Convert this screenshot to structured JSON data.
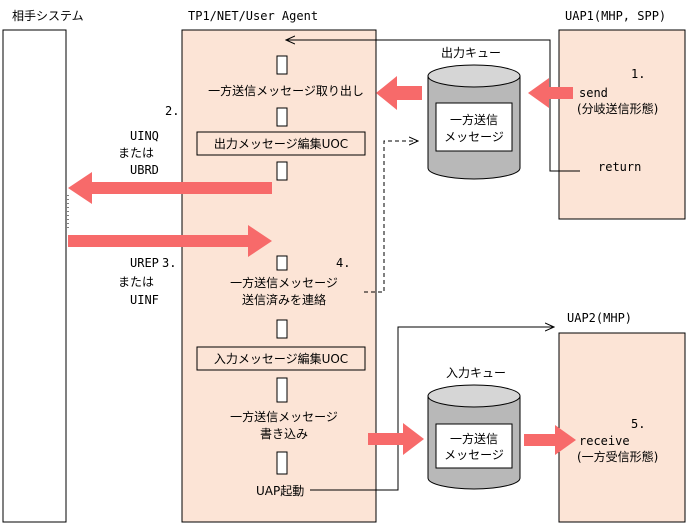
{
  "colors": {
    "box_fill": "#fce4d6",
    "arrow_fill": "#f76a6a",
    "line": "#000000",
    "queue_fill": "#b8b8b8",
    "queue_top": "#d6d6d6"
  },
  "labels": {
    "partner_system": "相手システム",
    "agent": "TP1/NET/User Agent",
    "uap1": "UAP1(MHP, SPP)",
    "uap2": "UAP2(MHP)",
    "output_queue": "出力キュー",
    "input_queue": "入力キュー",
    "queue_msg_line1": "一方送信",
    "queue_msg_line2": "メッセージ",
    "take_out": "一方送信メッセージ取り出し",
    "output_uoc": "出力メッセージ編集UOC",
    "input_uoc": "入力メッセージ編集UOC",
    "notify_line1": "一方送信メッセージ",
    "notify_line2": "送信済みを連絡",
    "write_line1": "一方送信メッセージ",
    "write_line2": "書き込み",
    "uap_start": "UAP起動",
    "send": "send",
    "send_mode": "(分岐送信形態)",
    "return": "return",
    "receive": "receive",
    "receive_mode": "(一方受信形態)",
    "uinq": "UINQ",
    "or1": "または",
    "ubrd": "UBRD",
    "urep": "UREP",
    "or2": "または",
    "uinf": "UINF",
    "step1": "1.",
    "step2": "2.",
    "step3": "3.",
    "step4": "4.",
    "step5": "5."
  }
}
